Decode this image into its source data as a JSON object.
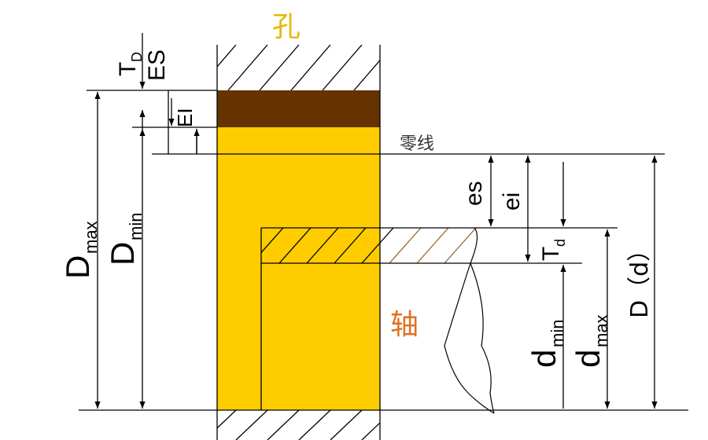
{
  "labels": {
    "hole": "孔",
    "shaft": "轴",
    "zero_line": "零线",
    "T_D_main": "T",
    "T_D_sub": "D",
    "ES": "ES",
    "EI": "EI",
    "es": "es",
    "ei": "ei",
    "T_d_main": "T",
    "T_d_sub": "d",
    "D_max_main": "D",
    "D_max_sub": "max",
    "D_min_main": "D",
    "D_min_sub": "min",
    "d_min_main": "d",
    "d_min_sub": "min",
    "d_max_main": "d",
    "d_max_sub": "max",
    "D_d": "D（d）"
  },
  "colors": {
    "hole_body": "#FFCC00",
    "hole_tolerance_zone": "#663300",
    "hole_label": "#E6B800",
    "shaft_label": "#E07020",
    "line": "#000000"
  }
}
